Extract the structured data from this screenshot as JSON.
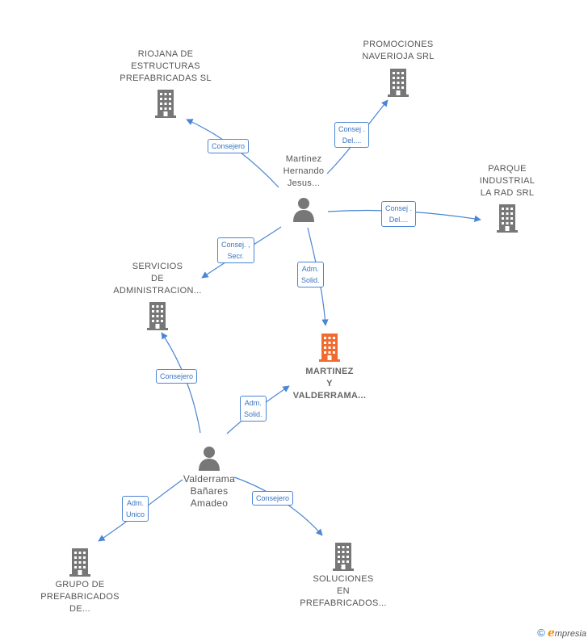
{
  "colors": {
    "edge": "#4a86d4",
    "building": "#777777",
    "building_main": "#f26a2e",
    "person": "#777777"
  },
  "nodes": {
    "riojana": {
      "label": "RIOJANA DE\nESTRUCTURAS\nPREFABRICADAS SL",
      "icon": "building-icon"
    },
    "promociones": {
      "label": "PROMOCIONES\nNAVERIOJA SRL",
      "icon": "building-icon"
    },
    "parque": {
      "label": "PARQUE\nINDUSTRIAL\nLA RAD SRL",
      "icon": "building-icon"
    },
    "martinez_person": {
      "label": "Martinez\nHernando\nJesus...",
      "icon": "person-icon"
    },
    "servicios": {
      "label": "SERVICIOS\nDE\nADMINISTRACION...",
      "icon": "building-icon"
    },
    "main": {
      "label": "MARTINEZ\nY\nVALDERRAMA...",
      "icon": "building-icon"
    },
    "valderrama_person": {
      "label": "Valderrama\nBañares\nAmadeo",
      "icon": "person-icon"
    },
    "grupo": {
      "label": "GRUPO DE\nPREFABRICADOS\nDE...",
      "icon": "building-icon"
    },
    "soluciones": {
      "label": "SOLUCIONES\nEN\nPREFABRICADOS...",
      "icon": "building-icon"
    }
  },
  "edges": {
    "e1": "Consejero",
    "e2": "Consej .\nDel....",
    "e3": "Consej .\nDel....",
    "e4": "Consej. ,\nSecr.",
    "e5": "Adm.\nSolid.",
    "e6": "Consejero",
    "e7": "Adm.\nSolid.",
    "e8": "Adm.\nUnico",
    "e9": "Consejero"
  },
  "brand": {
    "copyright": "©",
    "e": "e",
    "rest": "mpresia"
  }
}
